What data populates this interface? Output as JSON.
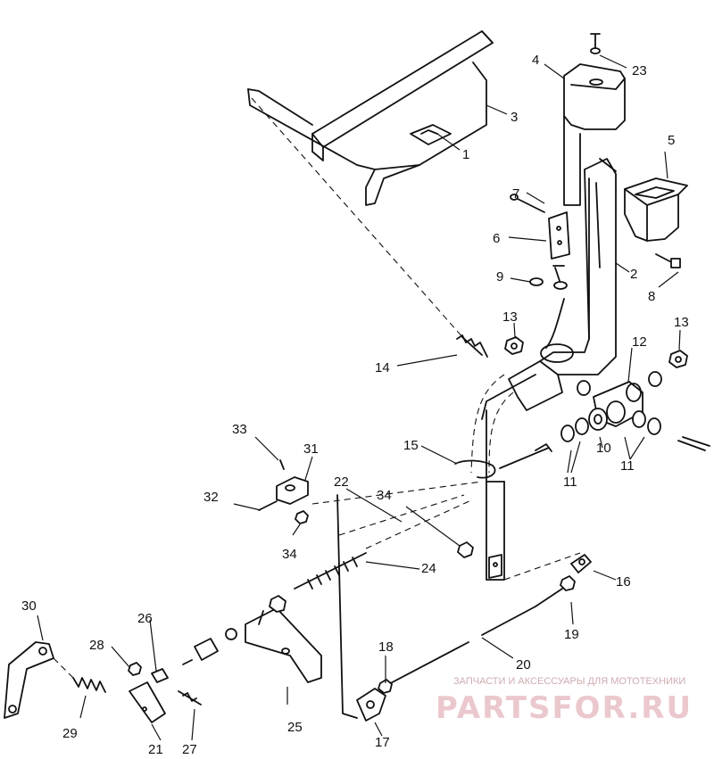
{
  "diagram": {
    "callouts": [
      "1",
      "2",
      "3",
      "4",
      "5",
      "6",
      "7",
      "8",
      "9",
      "10",
      "11",
      "11",
      "11",
      "12",
      "13",
      "13",
      "14",
      "15",
      "16",
      "17",
      "18",
      "19",
      "20",
      "21",
      "22",
      "23",
      "24",
      "25",
      "26",
      "27",
      "28",
      "29",
      "30",
      "31",
      "32",
      "33",
      "34",
      "34",
      "34"
    ]
  },
  "watermark": {
    "caption": "ЗАПЧАСТИ И АКСЕССУАРЫ ДЛЯ МОТОТЕХНИКИ",
    "logo": "PARTSFOR.RU",
    "color": "#e9c3c8"
  }
}
